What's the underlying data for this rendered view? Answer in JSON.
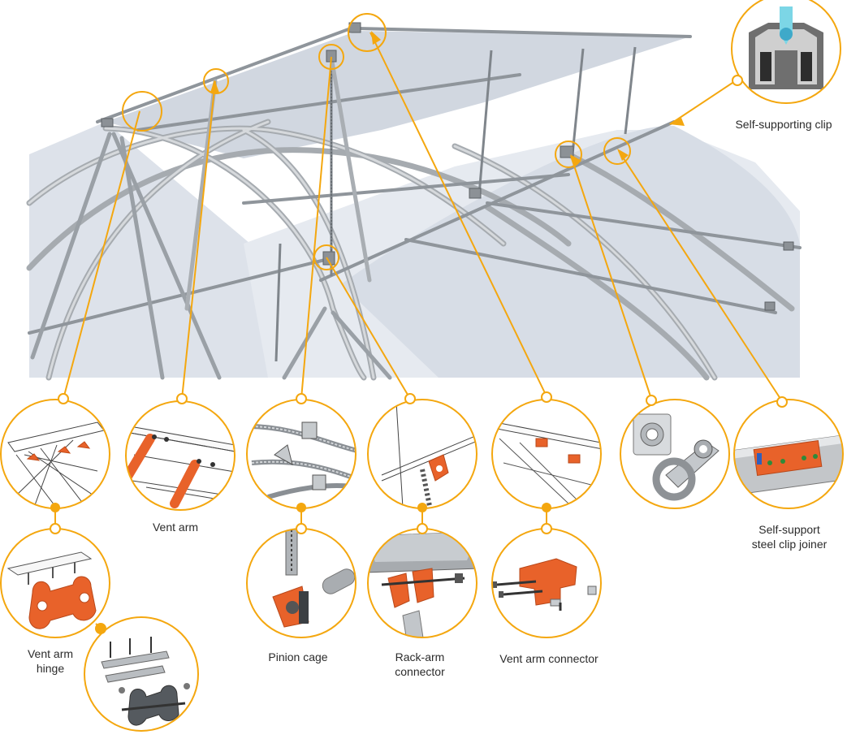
{
  "colors": {
    "accent": "#f4a70f",
    "part_orange": "#e8622a",
    "steel": "#b9bec3",
    "film": "#dfe4ec",
    "line": "#333333"
  },
  "labels": {
    "self_supporting_clip": "Self-supporting clip",
    "vent_arm": "Vent arm",
    "vent_arm_hinge": "Vent arm\nhinge",
    "pinion_cage": "Pinion cage",
    "rack_arm_connector": "Rack-arm\nconnector",
    "vent_arm_connector": "Vent arm connector",
    "self_support_steel_clip_joiner": "Self-support\nsteel clip joiner"
  }
}
